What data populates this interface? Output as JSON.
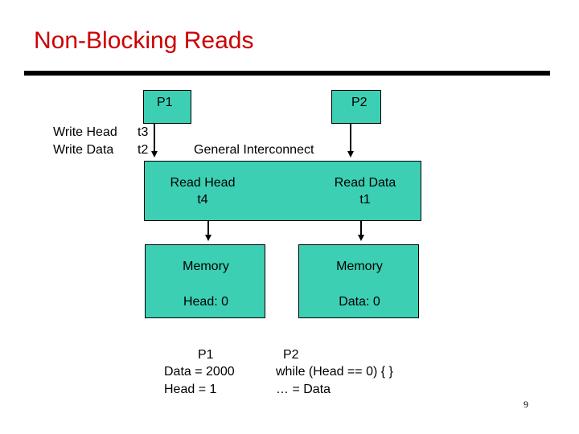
{
  "title": "Non-Blocking Reads",
  "processors": {
    "p1": "P1",
    "p2": "P2"
  },
  "p1_writes": {
    "write_head": "Write Head",
    "write_head_time": "t3",
    "write_data": "Write Data",
    "write_data_time": "t2"
  },
  "interconnect": {
    "label": "General Interconnect",
    "read_head": "Read Head",
    "read_head_time": "t4",
    "read_data": "Read Data",
    "read_data_time": "t1"
  },
  "memory_left": {
    "label": "Memory",
    "value": "Head: 0"
  },
  "memory_right": {
    "label": "Memory",
    "value": "Data: 0"
  },
  "code_p1": {
    "name": "P1",
    "line1": "Data = 2000",
    "line2": "Head = 1"
  },
  "code_p2": {
    "name": "P2",
    "line1": "while (Head == 0) { }",
    "line2": "… = Data"
  },
  "page_number": "9",
  "colors": {
    "title": "#cc0000",
    "box_fill": "#3ccfb4"
  }
}
